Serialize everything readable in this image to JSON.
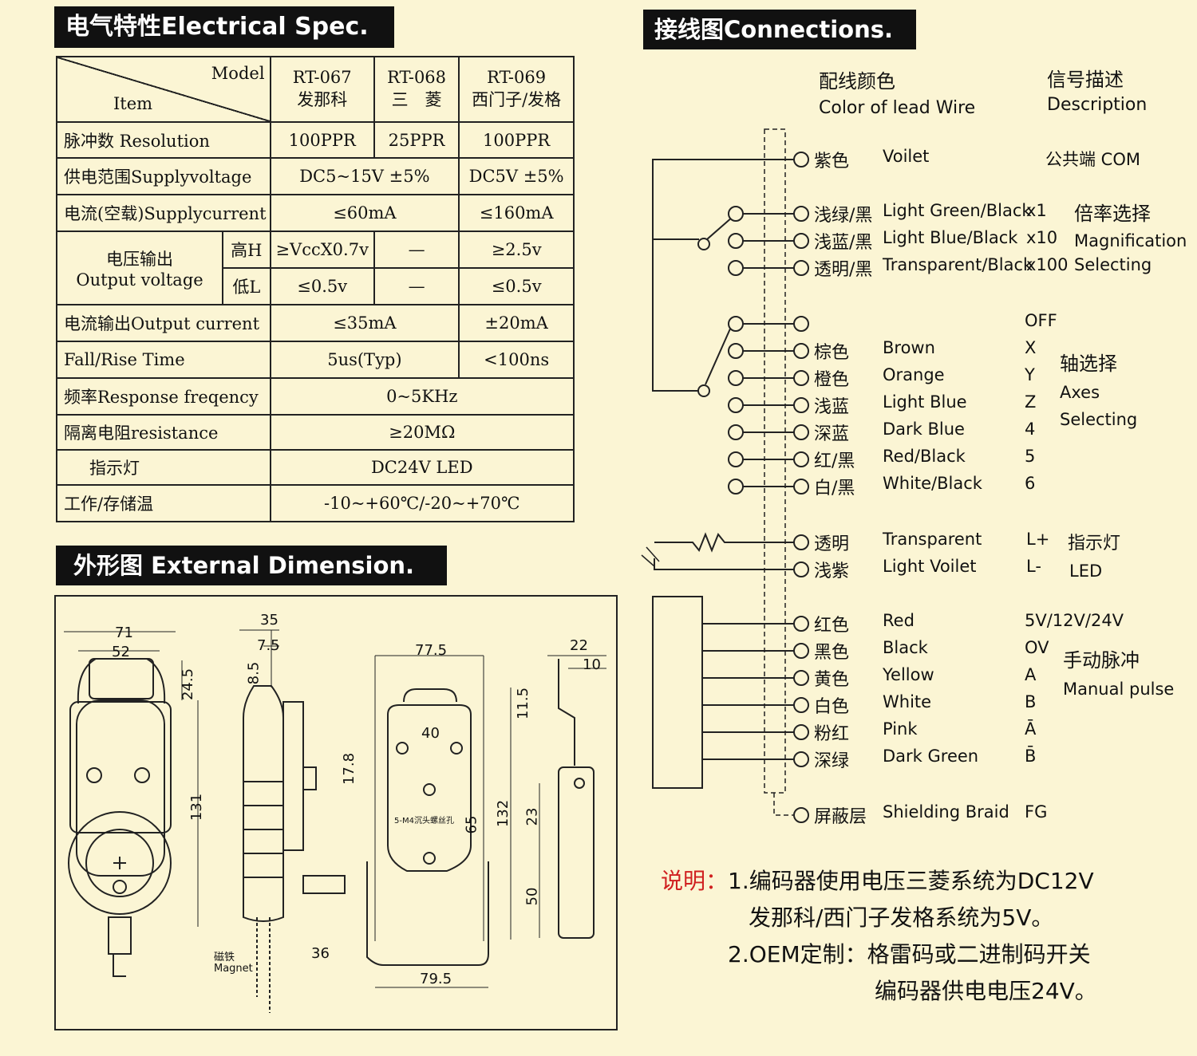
{
  "spec": {
    "header": "电气特性Electrical Spec.",
    "corner": {
      "model": "Model",
      "item": "Item"
    },
    "models": [
      {
        "code": "RT-067",
        "brand": "发那科"
      },
      {
        "code": "RT-068",
        "brand": "三　菱"
      },
      {
        "code": "RT-069",
        "brand": "西门子/发格"
      }
    ],
    "rows": {
      "resolution": {
        "label": "脉冲数 Resolution",
        "v1": "100PPR",
        "v2": "25PPR",
        "v3": "100PPR"
      },
      "supply_voltage": {
        "label": "供电范围Supplyvoltage",
        "v12": "DC5~15V ±5%",
        "v3": "DC5V ±5%"
      },
      "supply_current": {
        "label": "电流(空载)Supplycurrent",
        "v12": "≤60mA",
        "v3": "≤160mA"
      },
      "output_voltage": {
        "label_cn": "电压输出",
        "label_en": "Output voltage",
        "high": {
          "label": "高H",
          "v1": "≥VccX0.7v",
          "v2": "—",
          "v3": "≥2.5v"
        },
        "low": {
          "label": "低L",
          "v1": "≤0.5v",
          "v2": "—",
          "v3": "≤0.5v"
        }
      },
      "output_current": {
        "label": "电流输出Output current",
        "v12": "≤35mA",
        "v3": "±20mA"
      },
      "fall_rise": {
        "label": "Fall/Rise Time",
        "v12": "5us(Typ)",
        "v3": "<100ns"
      },
      "response": {
        "label": "频率Response freqency",
        "v": "0~5KHz"
      },
      "resistance": {
        "label": "隔离电阻resistance",
        "v": "≥20MΩ"
      },
      "indicator": {
        "label": "指示灯",
        "v": "DC24V LED"
      },
      "temp": {
        "label": "工作/存储温",
        "v": "-10~+60℃/-20~+70℃"
      }
    }
  },
  "connections": {
    "header": "接线图Connections.",
    "col_color_cn": "配线颜色",
    "col_color_en": "Color of lead Wire",
    "col_desc_cn": "信号描述",
    "col_desc_en": "Description",
    "wires": [
      {
        "cn": "紫色",
        "en": "Voilet",
        "sig": "公共端  COM"
      },
      {
        "cn": "浅绿/黑",
        "en": "Light Green/Black",
        "sig": "x1"
      },
      {
        "cn": "浅蓝/黑",
        "en": "Light Blue/Black",
        "sig": "x10"
      },
      {
        "cn": "透明/黑",
        "en": "Transparent/Black",
        "sig": "x100"
      },
      {
        "cn": "",
        "en": "",
        "sig": "OFF"
      },
      {
        "cn": "棕色",
        "en": "Brown",
        "sig": "X"
      },
      {
        "cn": "橙色",
        "en": "Orange",
        "sig": "Y"
      },
      {
        "cn": "浅蓝",
        "en": "Light Blue",
        "sig": "Z"
      },
      {
        "cn": "深蓝",
        "en": "Dark Blue",
        "sig": "4"
      },
      {
        "cn": "红/黑",
        "en": "Red/Black",
        "sig": "5"
      },
      {
        "cn": "白/黑",
        "en": "White/Black",
        "sig": "6"
      },
      {
        "cn": "透明",
        "en": "Transparent",
        "sig": "L+"
      },
      {
        "cn": "浅紫",
        "en": "Light Voilet",
        "sig": "L-"
      },
      {
        "cn": "红色",
        "en": "Red",
        "sig": "5V/12V/24V"
      },
      {
        "cn": "黑色",
        "en": "Black",
        "sig": "OV"
      },
      {
        "cn": "黄色",
        "en": "Yellow",
        "sig": "A"
      },
      {
        "cn": "白色",
        "en": "White",
        "sig": "B"
      },
      {
        "cn": "粉红",
        "en": "Pink",
        "sig": "Ā"
      },
      {
        "cn": "深绿",
        "en": "Dark Green",
        "sig": "B̄"
      },
      {
        "cn": "屏蔽层",
        "en": "Shielding Braid",
        "sig": "FG"
      }
    ],
    "groups": {
      "mag_cn": "倍率选择",
      "mag_en1": "Magnification",
      "mag_en2": "Selecting",
      "axes_cn": "轴选择",
      "axes_en1": "Axes",
      "axes_en2": "Selecting",
      "led_cn": "指示灯",
      "led_en": "LED",
      "pulse_cn": "手动脉冲",
      "pulse_en": "Manual pulse"
    },
    "note": {
      "key": "说明：",
      "line1": "1.编码器使用电压三菱系统为DC12V",
      "line2": "发那科/西门子发格系统为5V。",
      "line3": "2.OEM定制：格雷码或二进制码开关",
      "line4": "编码器供电电压24V。"
    }
  },
  "dimension": {
    "header": "外形图  External Dimension.",
    "dims": {
      "d71": "71",
      "d52": "52",
      "d24_5": "24.5",
      "d131": "131",
      "d35": "35",
      "d7_5": "7.5",
      "d8_5": "8.5",
      "d36": "36",
      "d77_5": "77.5",
      "d40": "40",
      "d11_5": "11.5",
      "d17_8": "17.8",
      "d65": "65",
      "d132": "132",
      "d79_5": "79.5",
      "d22": "22",
      "d10": "10",
      "d23": "23",
      "d50": "50"
    },
    "magnet_cn": "磁铁",
    "magnet_en": "Magnet",
    "screw_note": "5-M4沉头螺丝孔"
  }
}
